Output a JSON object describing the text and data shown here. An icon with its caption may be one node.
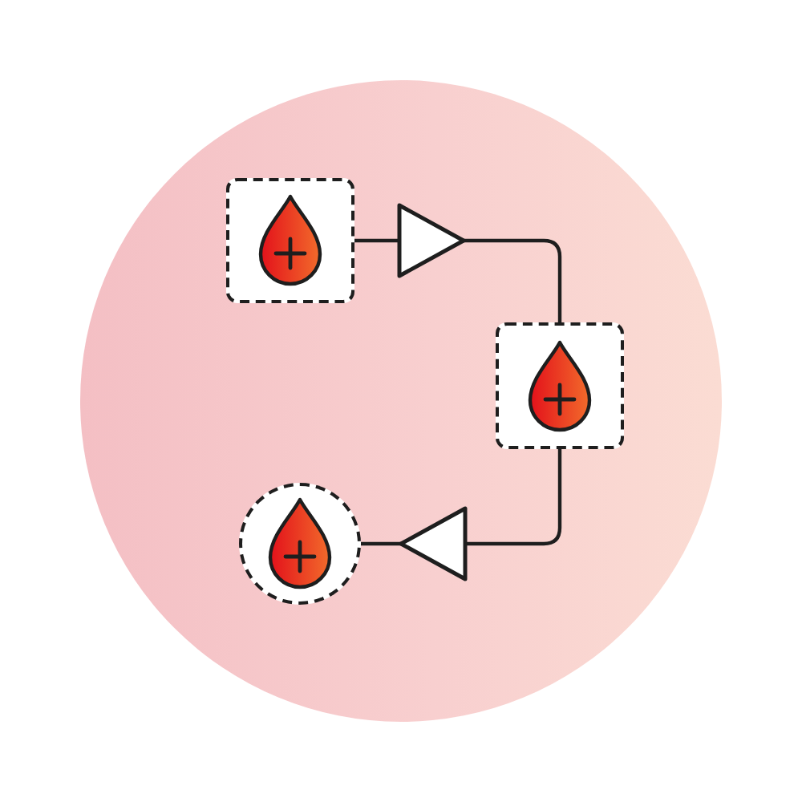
{
  "diagram": {
    "nodes": [
      {
        "text": [],
        "shape": "box"
      },
      {
        "text": [],
        "shape": "box"
      },
      {
        "text": [],
        "shape": "circle"
      }
    ],
    "edges": [
      {
        "from": 0,
        "to": 1,
        "arrow": "to"
      },
      {
        "from": 1,
        "to": 2,
        "arrow": "to"
      }
    ]
  }
}
